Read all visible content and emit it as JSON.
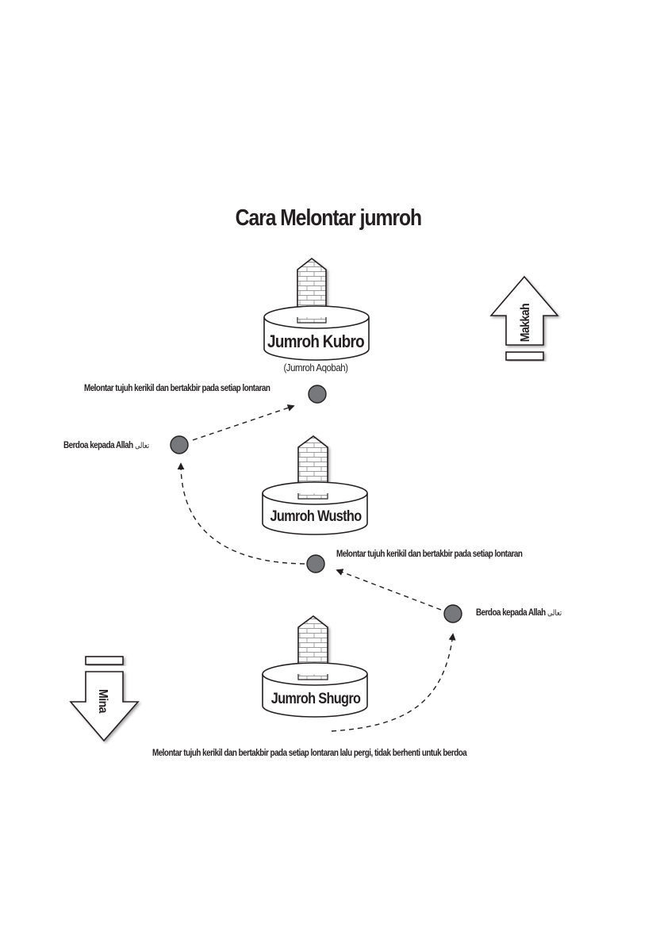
{
  "title": "Cara Melontar jumroh",
  "directions": {
    "makkah": "Makkah",
    "mina": "Mina"
  },
  "pillars": {
    "kubro": {
      "name": "Jumroh Kubro",
      "subtitle": "(Jumroh Aqobah)"
    },
    "wustho": {
      "name": "Jumroh Wustho"
    },
    "shugro": {
      "name": "Jumroh Shugro"
    }
  },
  "steps": {
    "throw_kubro": "Melontar tujuh kerikil dan bertakbir pada setiap lontaran",
    "pray_left": "Berdoa kepada Allah",
    "throw_wustho": "Melontar tujuh kerikil dan bertakbir pada setiap lontaran",
    "pray_right": "Berdoa kepada Allah",
    "throw_shugro": "Melontar tujuh kerikil dan bertakbir pada setiap lontaran lalu pergi, tidak berhenti untuk berdoa"
  },
  "honorific": "تعالى",
  "colors": {
    "ink": "#231f20",
    "dot": "#77787b",
    "arrow_fill": "#ffffff"
  }
}
